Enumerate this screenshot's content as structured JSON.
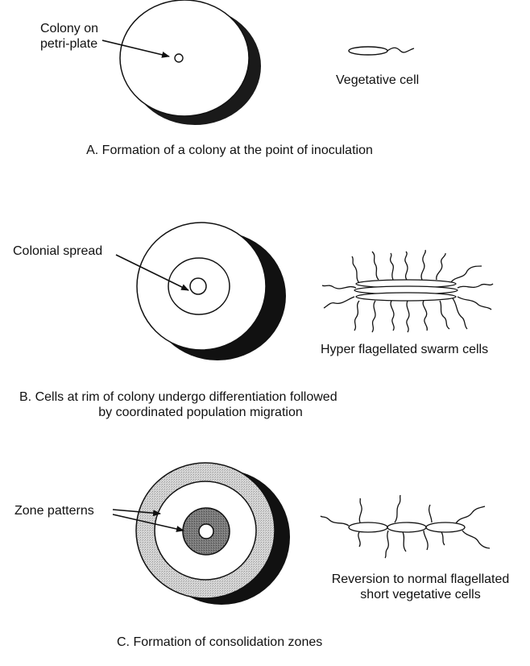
{
  "panel_a": {
    "colony_label_line1": "Colony on",
    "colony_label_line2": "petri-plate",
    "cell_label": "Vegetative cell",
    "caption": "A. Formation of a colony at the point of inoculation"
  },
  "panel_b": {
    "spread_label": "Colonial spread",
    "cell_label": "Hyper flagellated swarm cells",
    "caption_line1": "B. Cells at rim of colony undergo differentiation followed",
    "caption_line2": "by coordinated population migration"
  },
  "panel_c": {
    "zone_label": "Zone patterns",
    "cell_label_line1": "Reversion to normal flagellated",
    "cell_label_line2": "short vegetative cells",
    "caption": "C. Formation of consolidation zones"
  }
}
